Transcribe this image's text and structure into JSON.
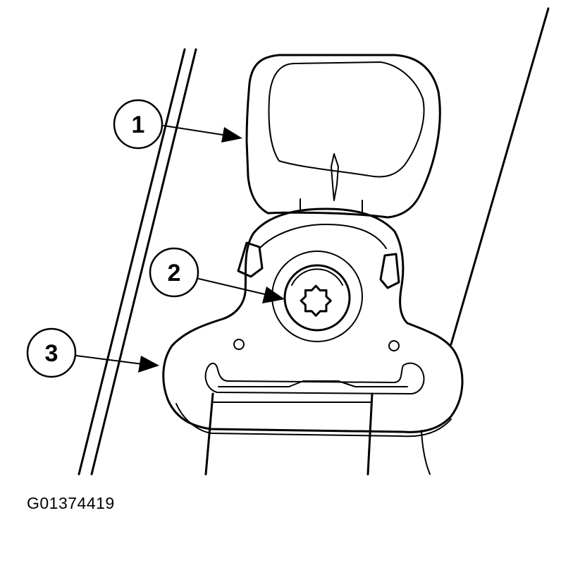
{
  "callouts": [
    {
      "label": "1",
      "part": "seat-belt-tongue-anchor-loop"
    },
    {
      "label": "2",
      "part": "torx-anchor-bolt"
    },
    {
      "label": "3",
      "part": "seat-belt-anchor-plate"
    }
  ],
  "figure_id": "G01374419",
  "colors": {
    "ink": "#000000",
    "paper": "#ffffff"
  }
}
